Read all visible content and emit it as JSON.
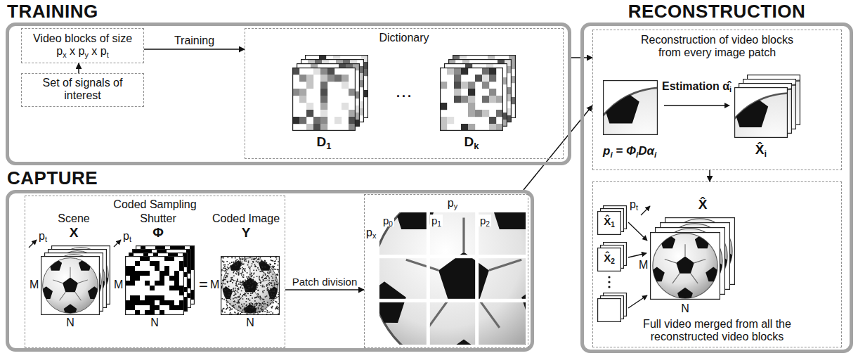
{
  "diagram": {
    "nodes": [
      {
        "text": [
          "TRAINING"
        ]
      },
      {
        "text": [
          "Video blocks of size px x py x pt"
        ],
        "in": 0
      },
      {
        "text": [
          "Set of signals of interest"
        ],
        "in": 0
      },
      {
        "text": [
          "Dictionary",
          "D1",
          "...",
          "Dk"
        ],
        "in": 0
      },
      {
        "text": [
          "CAPTURE"
        ]
      },
      {
        "text": [
          "Coded Sampling"
        ],
        "in": 4
      },
      {
        "text": [
          "py",
          "px",
          "p0",
          "p1",
          "p2"
        ],
        "in": 4
      },
      {
        "text": [
          "RECONSTRUCTION"
        ]
      },
      {
        "text": [
          "Reconstruction of video blocks from every image patch",
          "Estimation α̂i",
          "pi = ΦiDαi",
          "X̂i"
        ],
        "in": 7
      },
      {
        "text": [
          "X̂",
          "pt",
          "M",
          "N",
          "Full video merged from all the reconstructed video blocks"
        ],
        "in": 7
      }
    ],
    "edges": [
      {
        "from": 2,
        "to": 1,
        "arrow": "to"
      },
      {
        "from": 1,
        "to": 3,
        "label": "Training",
        "arrow": "to"
      },
      {
        "from": 0,
        "to": 8,
        "arrow": "to"
      },
      {
        "from": 5,
        "to": 6,
        "label": "Patch division",
        "arrow": "to"
      },
      {
        "from": 4,
        "to": 8,
        "arrow": "to"
      },
      {
        "from": 8,
        "to": 9,
        "arrow": "to"
      }
    ],
    "labels": [
      "Scene",
      "X",
      "Shutter",
      "Φ",
      "Coded Image",
      "Y",
      "pt",
      "M",
      "N",
      "pt",
      "M",
      "N",
      "=",
      "M",
      "N",
      "X̂1",
      "X̂2"
    ]
  }
}
